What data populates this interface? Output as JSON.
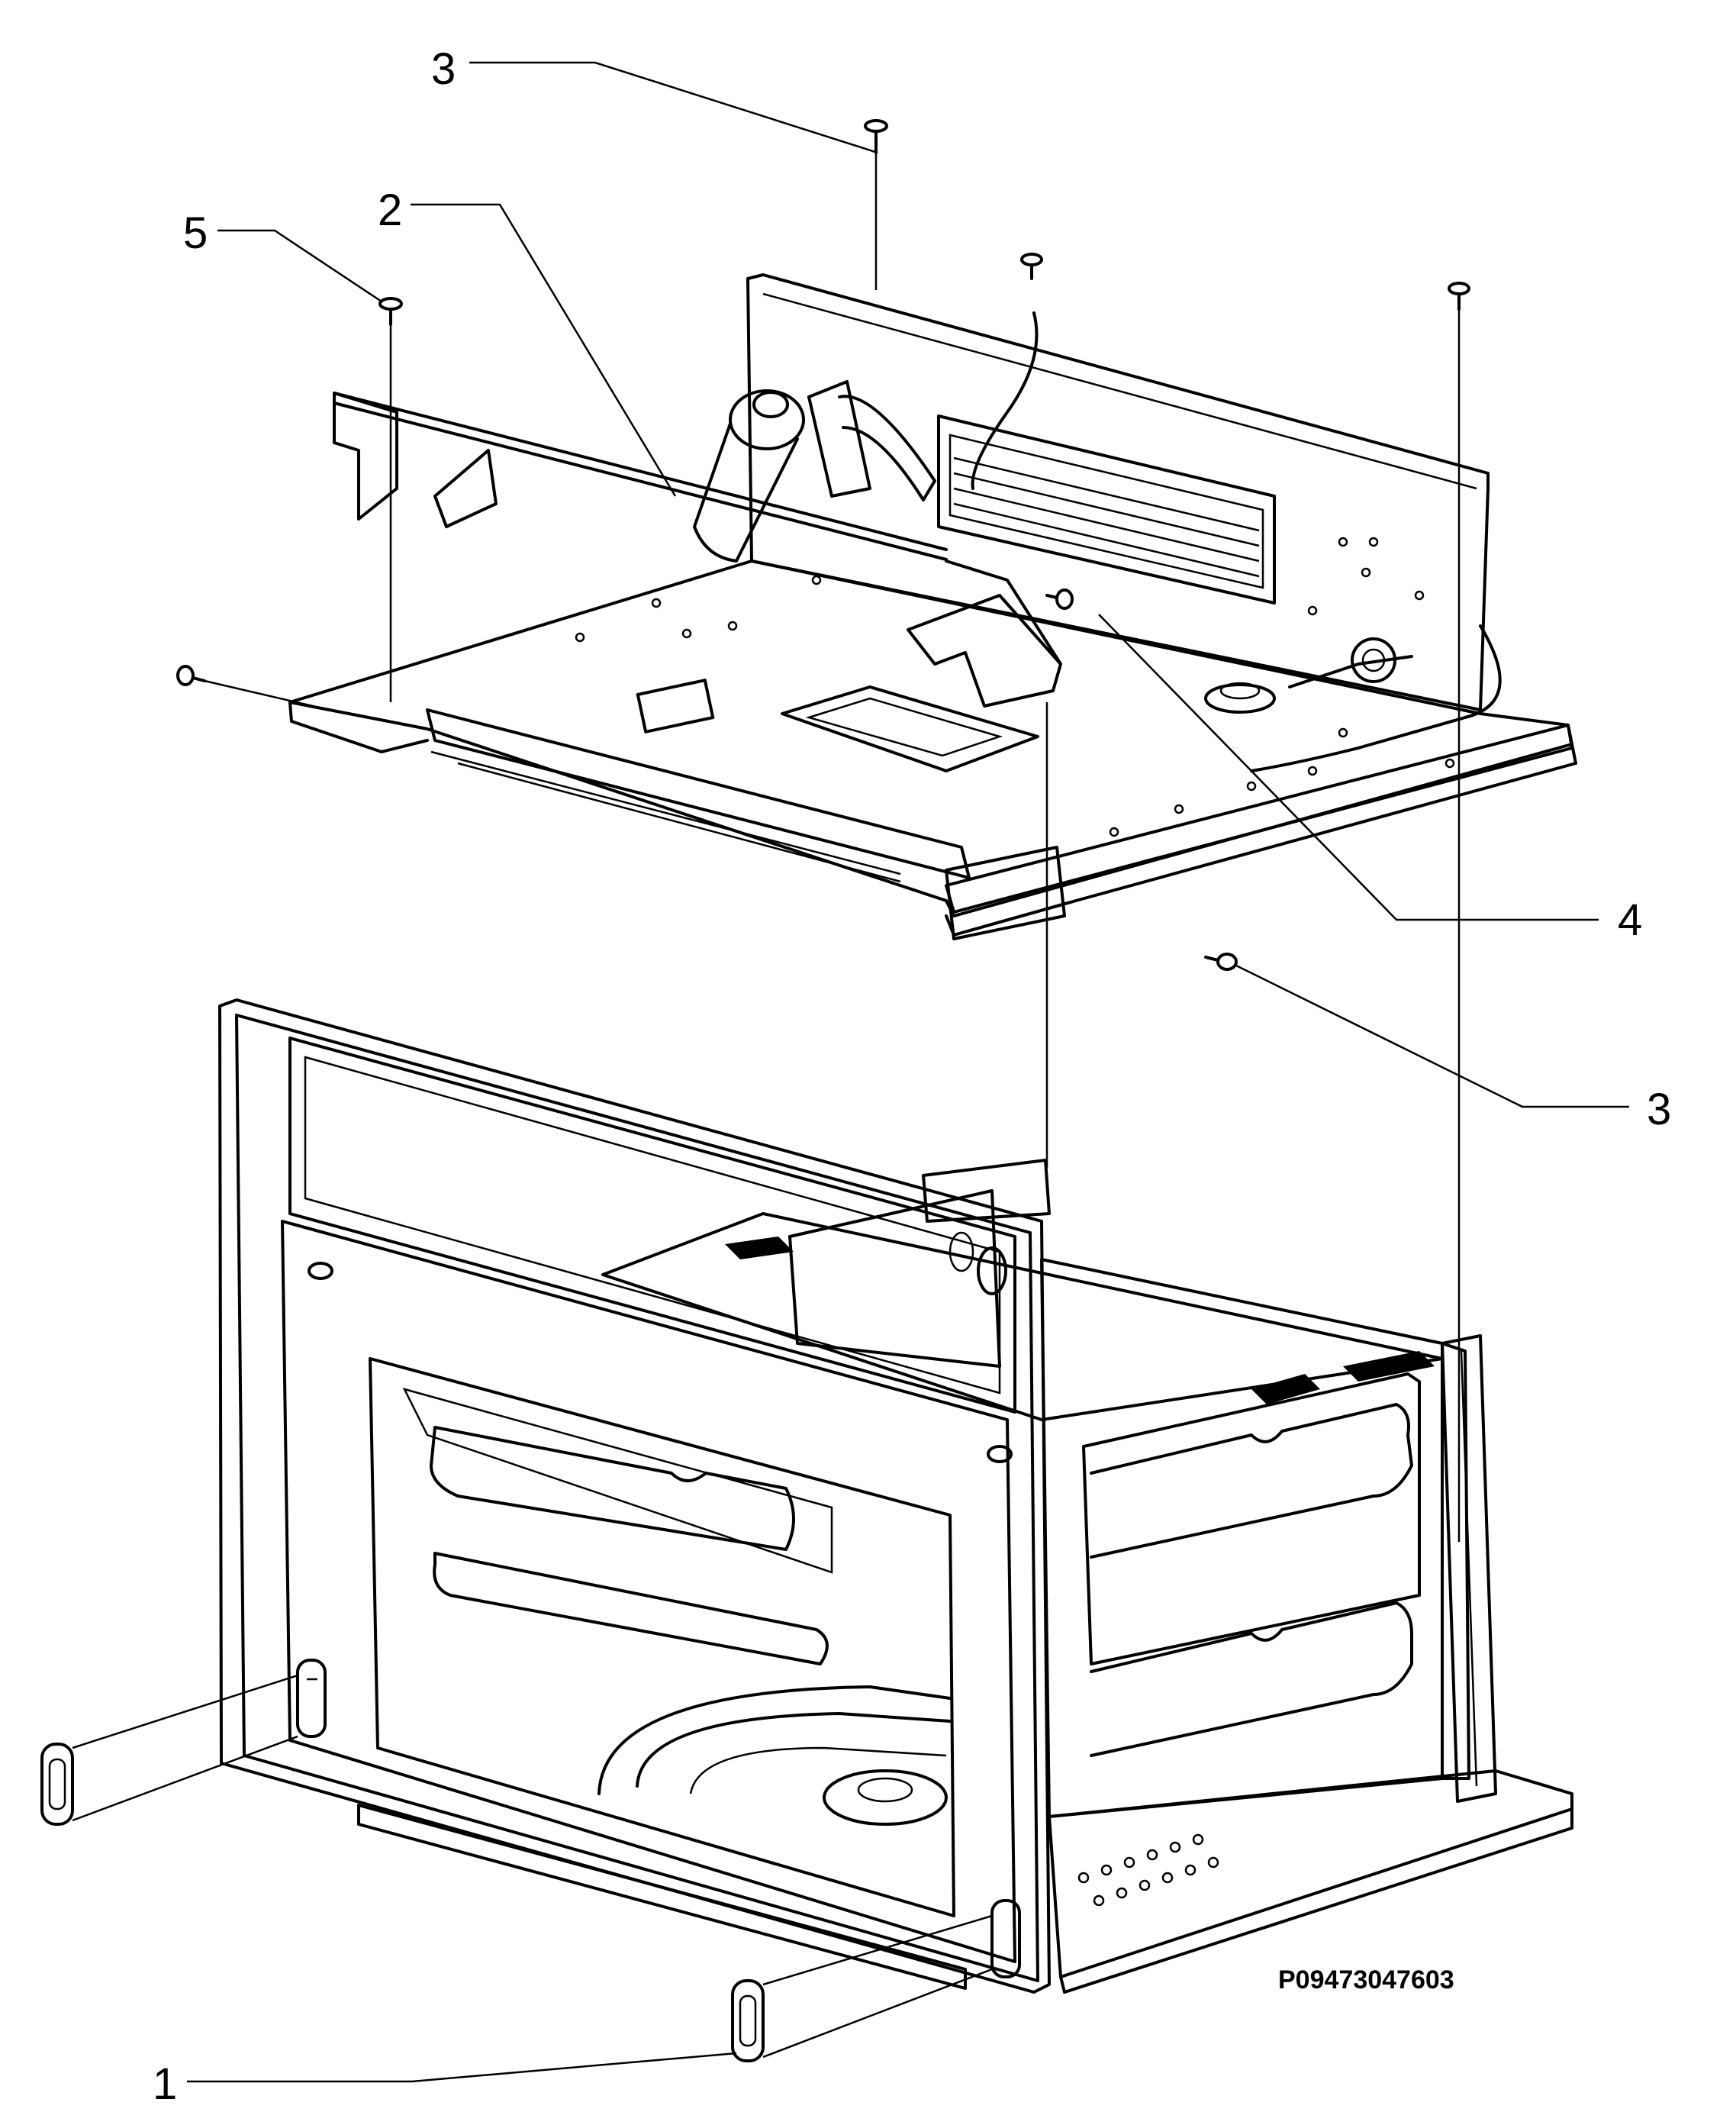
{
  "diagram": {
    "part_number": "P09473047603",
    "callouts": {
      "c3_top": "3",
      "c2": "2",
      "c5": "5",
      "c4": "4",
      "c3_right": "3",
      "c1": "1"
    }
  }
}
